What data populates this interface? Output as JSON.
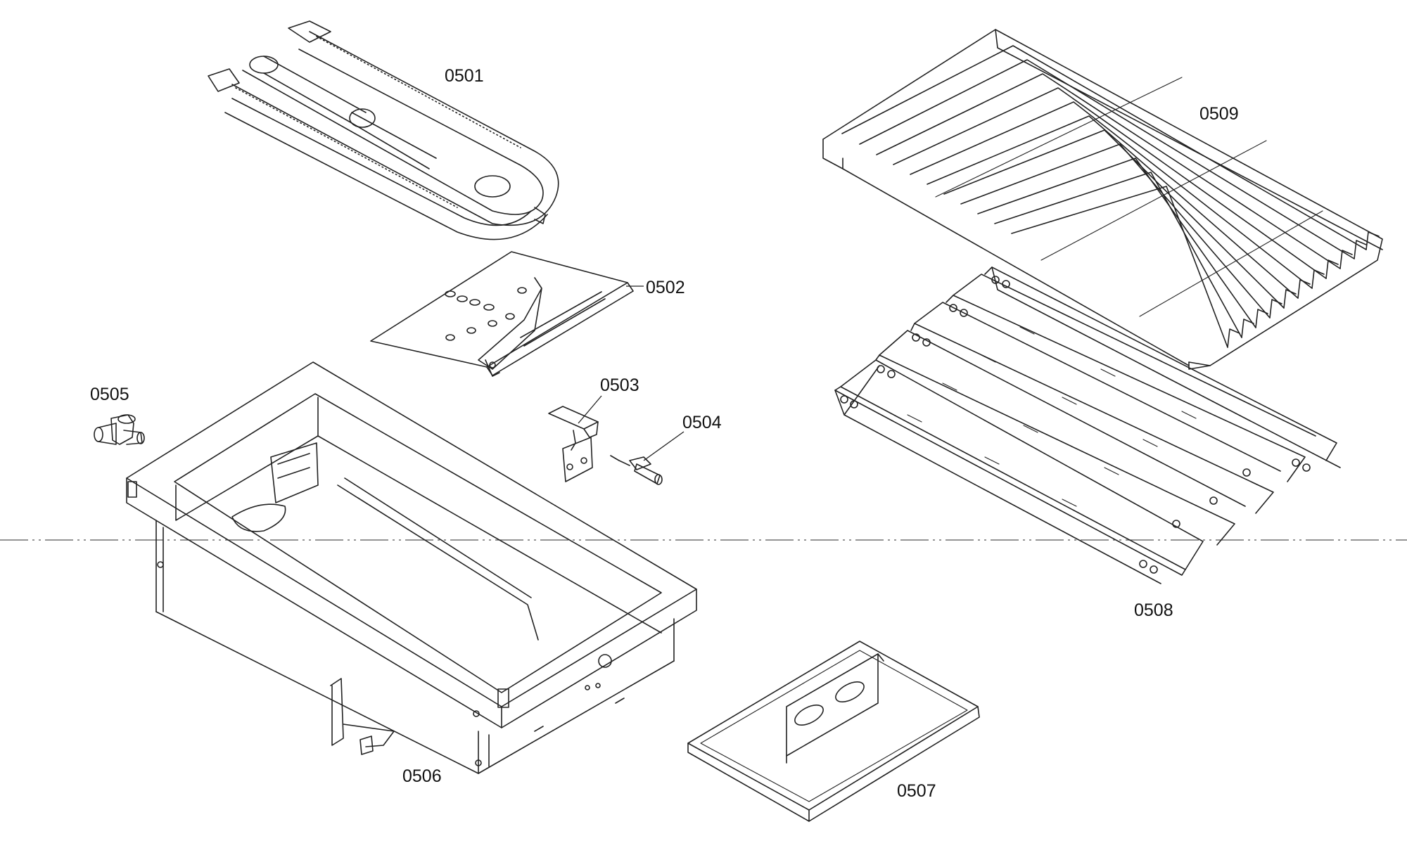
{
  "diagram": {
    "type": "exploded-parts-diagram",
    "parts": [
      {
        "number": "0501",
        "icon": "u-burner-tube"
      },
      {
        "number": "0502",
        "icon": "burner-shield-plate"
      },
      {
        "number": "0503",
        "icon": "igniter-bracket"
      },
      {
        "number": "0504",
        "icon": "igniter-electrode"
      },
      {
        "number": "0505",
        "icon": "gas-fitting-elbow"
      },
      {
        "number": "0506",
        "icon": "burner-box"
      },
      {
        "number": "0507",
        "icon": "drip-tray"
      },
      {
        "number": "0508",
        "icon": "flame-tamers"
      },
      {
        "number": "0509",
        "icon": "grill-grate"
      }
    ],
    "colors": {
      "line": "#222222",
      "background": "#ffffff"
    }
  }
}
